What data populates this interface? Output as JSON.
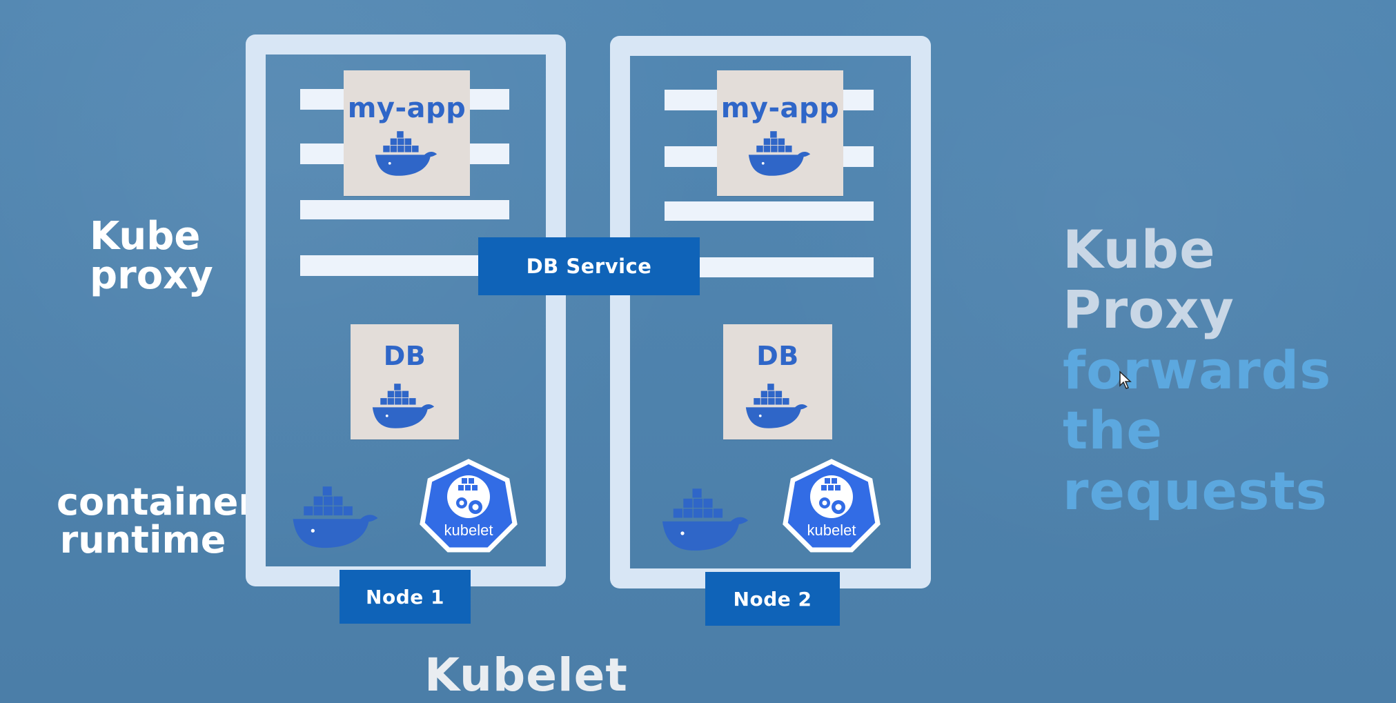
{
  "labels": {
    "kube_proxy_left_line1": "Kube",
    "kube_proxy_left_line2": "proxy",
    "container_runtime_line1": "container",
    "container_runtime_line2": "runtime",
    "kubelet_bottom": "Kubelet",
    "right_title_line1": "Kube Proxy",
    "right_title_line2": "forwards the",
    "right_title_line3": "requests"
  },
  "nodes": [
    {
      "label": "Node 1",
      "app_label": "my-app",
      "db_label": "DB",
      "kubelet_label": "kubelet"
    },
    {
      "label": "Node 2",
      "app_label": "my-app",
      "db_label": "DB",
      "kubelet_label": "kubelet"
    }
  ],
  "service": {
    "label": "DB Service"
  },
  "icons": {
    "docker": "docker-whale-icon",
    "kubelet": "kubernetes-kubelet-icon",
    "cursor": "mouse-cursor-icon"
  },
  "colors": {
    "background": "#4d80aa",
    "frame": "#d8e6f5",
    "container_box": "#e3ddd9",
    "service": "#0f63b8",
    "docker_blue": "#2f66c8",
    "kubelet_blue": "#326ce5",
    "title_light": "#c9d7e6",
    "title_blue": "#5ca8df"
  }
}
